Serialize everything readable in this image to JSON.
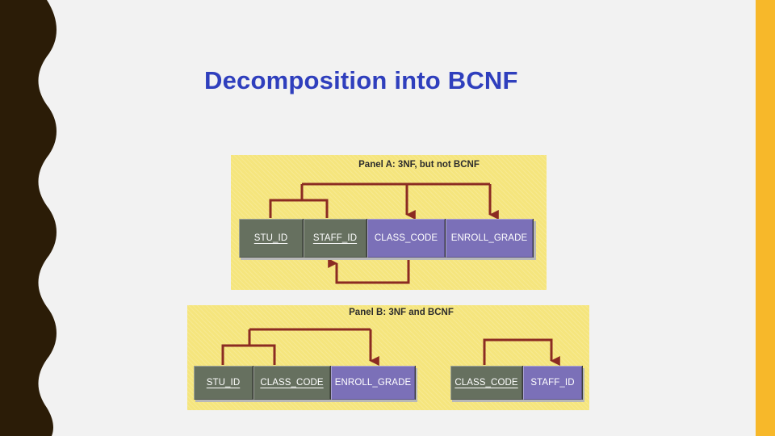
{
  "slide": {
    "title": "Decomposition into BCNF",
    "colors": {
      "title": "#2f3fbd",
      "accent_strip": "#f7b82a",
      "left_wave": "#2b1c07",
      "panel_bg": "#f5e57d",
      "key_cell": "#66705f",
      "nonkey_cell": "#7b70b8",
      "arrow": "#8b2b22"
    }
  },
  "panel_a": {
    "title": "Panel A: 3NF, but not BCNF",
    "cells": [
      {
        "label": "STU_ID",
        "is_key": true
      },
      {
        "label": "STAFF_ID",
        "is_key": true
      },
      {
        "label": "CLASS_CODE",
        "is_key": false
      },
      {
        "label": "ENROLL_GRADE",
        "is_key": false
      }
    ]
  },
  "panel_b": {
    "title": "Panel B: 3NF and BCNF",
    "table1": [
      {
        "label": "STU_ID",
        "is_key": true
      },
      {
        "label": "CLASS_CODE",
        "is_key": true
      },
      {
        "label": "ENROLL_GRADE",
        "is_key": false
      }
    ],
    "table2": [
      {
        "label": "CLASS_CODE",
        "is_key": true
      },
      {
        "label": "STAFF_ID",
        "is_key": false
      }
    ]
  }
}
